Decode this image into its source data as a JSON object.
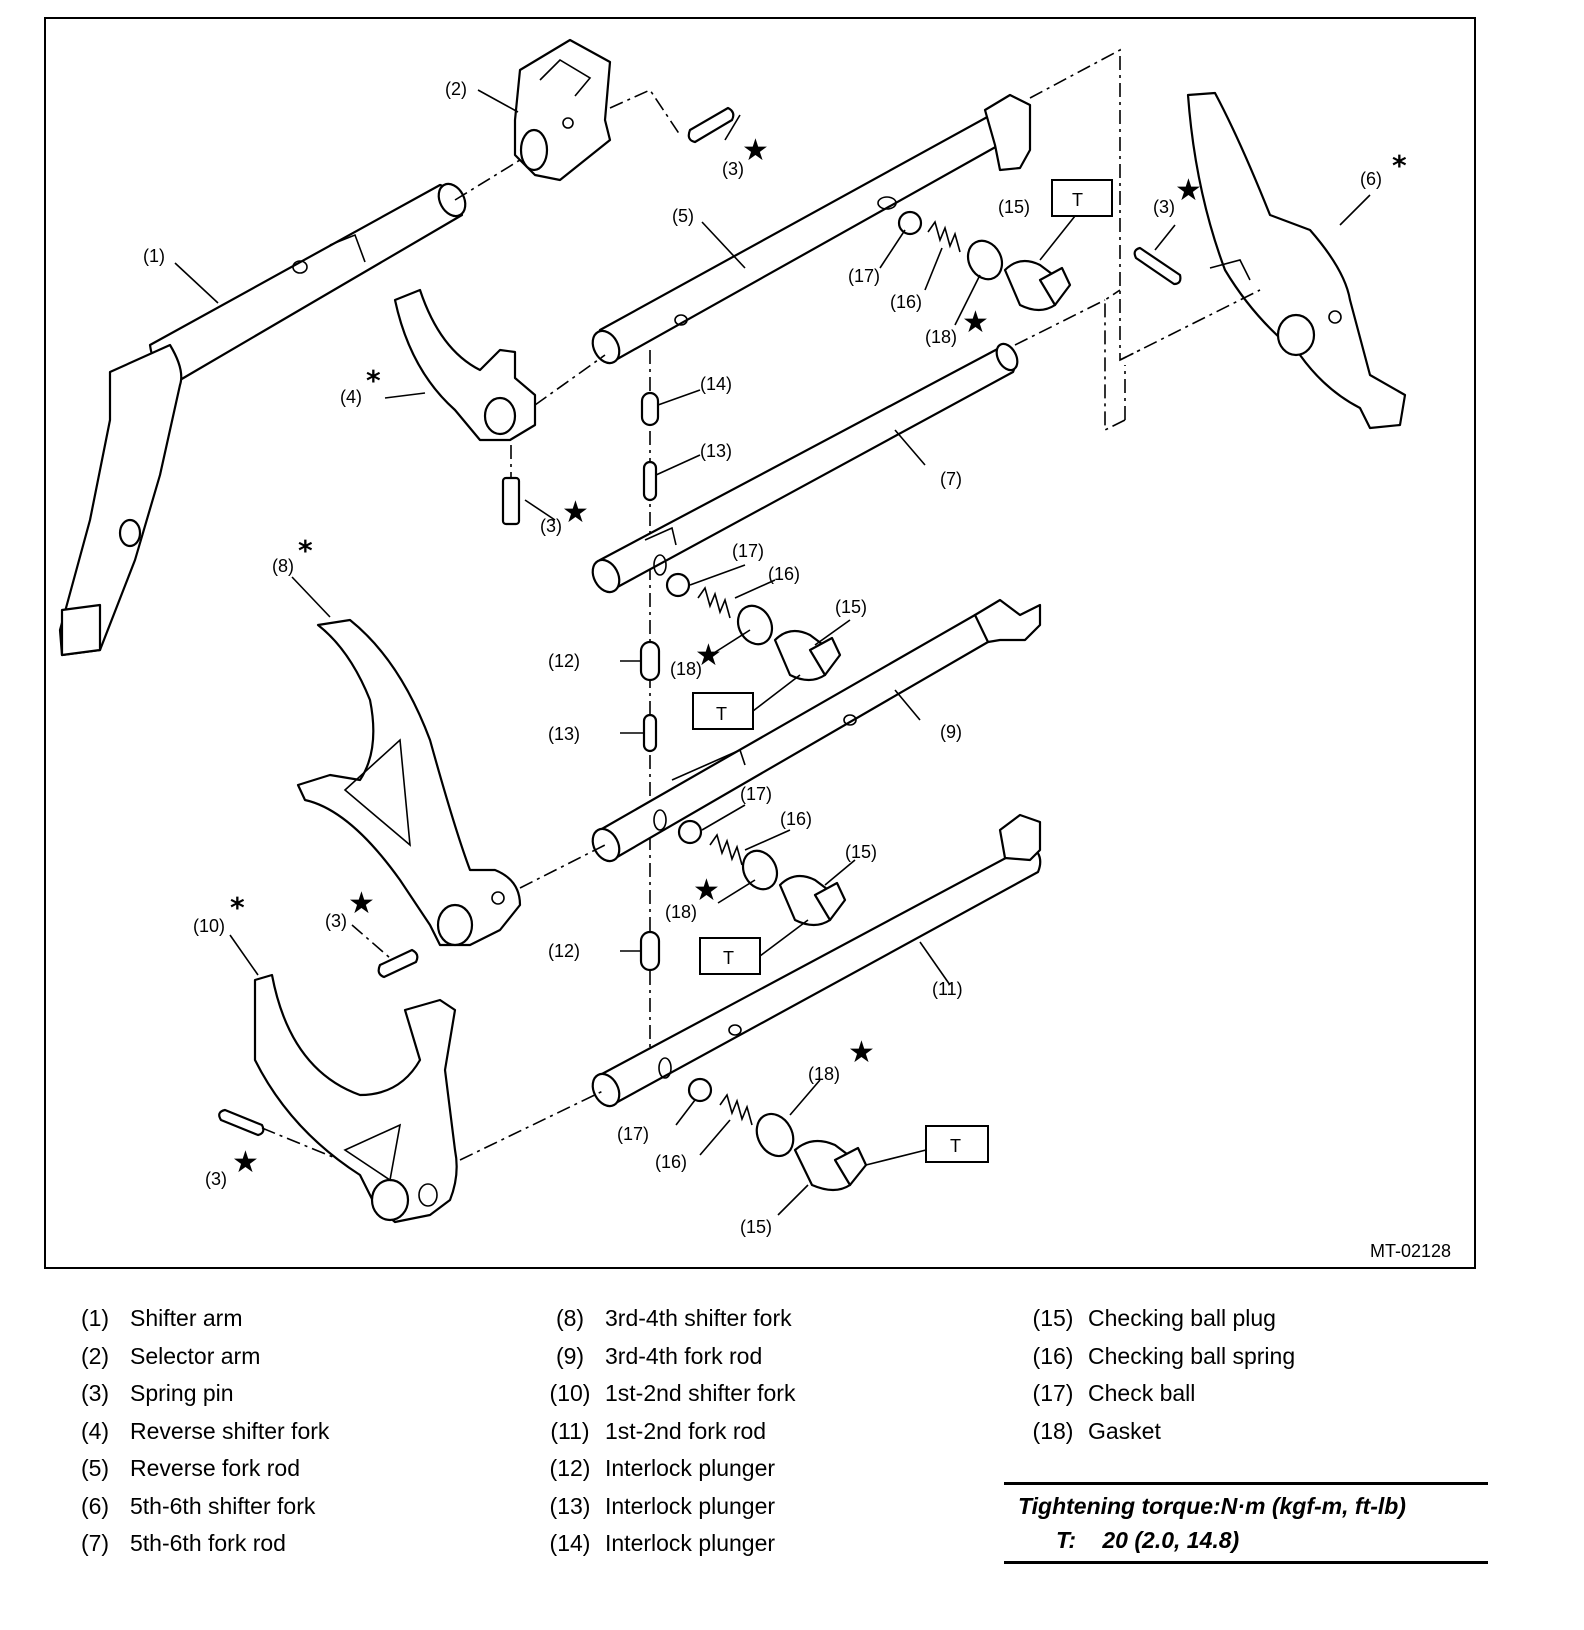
{
  "figure_code": "MT-02128",
  "torque_box_symbol": "T",
  "diagram_labels": {
    "p1": "(1)",
    "p2": "(2)",
    "p3": "(3)",
    "p4": "(4)",
    "p5": "(5)",
    "p6": "(6)",
    "p7": "(7)",
    "p8": "(8)",
    "p9": "(9)",
    "p10": "(10)",
    "p11": "(11)",
    "p12": "(12)",
    "p13": "(13)",
    "p14": "(14)",
    "p15": "(15)",
    "p16": "(16)",
    "p17": "(17)",
    "p18": "(18)"
  },
  "symbols": {
    "star": "★",
    "asterisk": "*"
  },
  "legend": {
    "col1": [
      {
        "num": "(1)",
        "name": "Shifter arm"
      },
      {
        "num": "(2)",
        "name": "Selector arm"
      },
      {
        "num": "(3)",
        "name": "Spring pin"
      },
      {
        "num": "(4)",
        "name": "Reverse shifter fork"
      },
      {
        "num": "(5)",
        "name": "Reverse fork rod"
      },
      {
        "num": "(6)",
        "name": "5th-6th shifter fork"
      },
      {
        "num": "(7)",
        "name": "5th-6th fork rod"
      }
    ],
    "col2": [
      {
        "num": "(8)",
        "name": "3rd-4th shifter fork"
      },
      {
        "num": "(9)",
        "name": "3rd-4th fork rod"
      },
      {
        "num": "(10)",
        "name": "1st-2nd shifter fork"
      },
      {
        "num": "(11)",
        "name": "1st-2nd fork rod"
      },
      {
        "num": "(12)",
        "name": "Interlock plunger"
      },
      {
        "num": "(13)",
        "name": "Interlock plunger"
      },
      {
        "num": "(14)",
        "name": "Interlock plunger"
      }
    ],
    "col3": [
      {
        "num": "(15)",
        "name": "Checking ball plug"
      },
      {
        "num": "(16)",
        "name": "Checking ball spring"
      },
      {
        "num": "(17)",
        "name": "Check ball"
      },
      {
        "num": "(18)",
        "name": "Gasket"
      }
    ]
  },
  "torque": {
    "heading": "Tightening torque:N·m (kgf-m, ft-lb)",
    "symbol": "T:",
    "value": "20 (2.0, 14.8)"
  }
}
